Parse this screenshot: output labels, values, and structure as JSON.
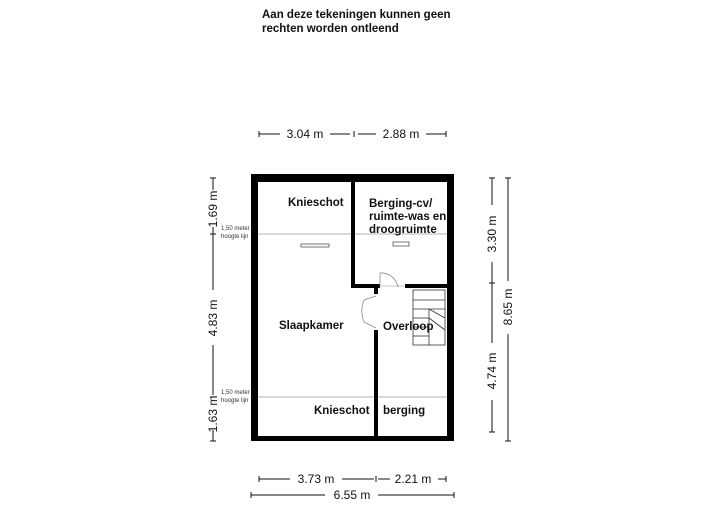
{
  "disclaimer": {
    "line1": "Aan deze tekeningen kunnen geen",
    "line2": "rechten worden ontleend"
  },
  "dimensions": {
    "top_left": "3.04 m",
    "top_right": "2.88 m",
    "bottom_left": "3.73 m",
    "bottom_right": "2.21 m",
    "bottom_total": "6.55 m",
    "left_top": "1.69 m",
    "left_mid": "4.83 m",
    "left_bottom": "1.63 m",
    "right_top": "3.30 m",
    "right_bottom": "4.74 m",
    "right_total": "8.65 m"
  },
  "rooms": {
    "knieschot_top": "Knieschot",
    "berging_cv_line1": "Berging-cv/",
    "berging_cv_line2": "ruimte-was en",
    "berging_cv_line3": "droogruimte",
    "slaapkamer": "Slaapkamer",
    "overloop": "Overloop",
    "knieschot_bottom": "Knieschot",
    "berging": "berging"
  },
  "height_lines": {
    "top_line1": "1,50 meter",
    "top_line2": "hoogte lijn",
    "bottom_line1": "1,50 meter",
    "bottom_line2": "hoogte lijn"
  },
  "colors": {
    "wall": "#000000",
    "dimension": "#111111",
    "height_line": "#9a9a9a"
  }
}
